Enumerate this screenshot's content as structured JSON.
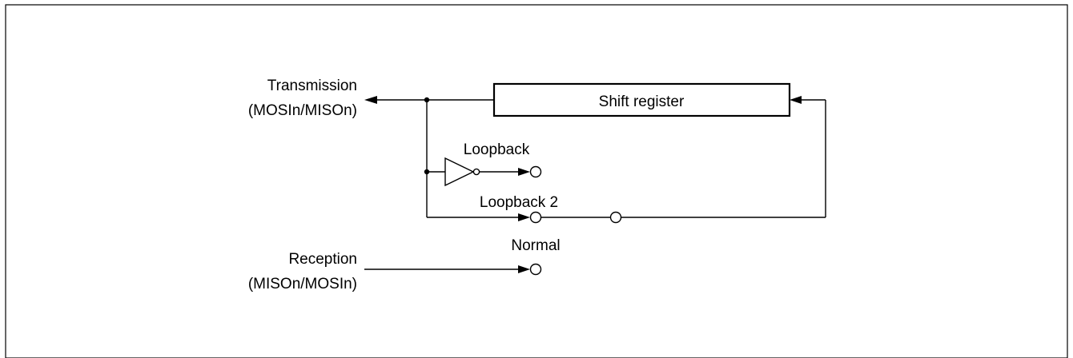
{
  "diagram": {
    "transmission": {
      "label": "Transmission",
      "pins": "(MOSIn/MISOn)"
    },
    "reception": {
      "label": "Reception",
      "pins": "(MISOn/MOSIn)"
    },
    "shift_register": {
      "label": "Shift register"
    },
    "paths": {
      "loopback": "Loopback",
      "loopback2": "Loopback 2",
      "normal": "Normal"
    }
  }
}
